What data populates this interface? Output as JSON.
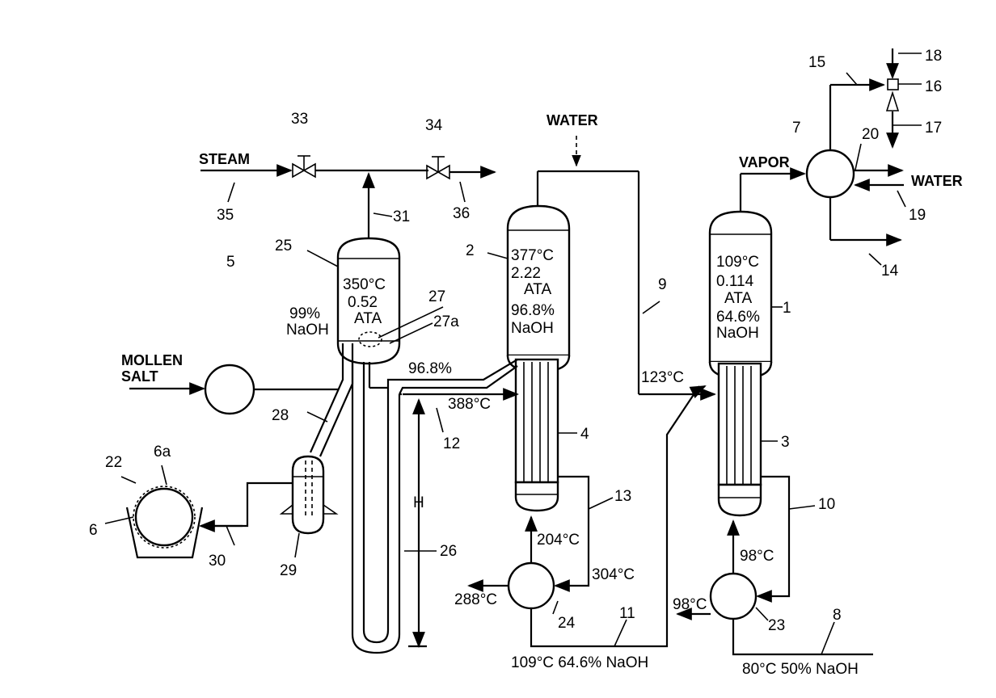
{
  "labels": {
    "steam": "STEAM",
    "water_top": "WATER",
    "vapor": "VAPOR",
    "water_right": "WATER",
    "mollen_salt_1": "MOLLEN",
    "mollen_salt_2": "SALT"
  },
  "vessel_25": {
    "temp": "350°C",
    "pressure": "0.52",
    "unit": "ATA",
    "conc": "99%",
    "conc_unit": "NaOH"
  },
  "vessel_2": {
    "temp": "377°C",
    "pressure": "2.22",
    "unit": "ATA",
    "conc": "96.8%",
    "conc_unit": "NaOH"
  },
  "vessel_1": {
    "temp": "109°C",
    "pressure": "0.114",
    "unit": "ATA",
    "conc": "64.6%",
    "conc_unit": "NaOH"
  },
  "streams": {
    "s_96_8": "96.8%",
    "s_388": "388°C",
    "s_123": "123°C",
    "s_204": "204°C",
    "s_304": "304°C",
    "s_288": "288°C",
    "s_98_left": "98°C",
    "s_98_up": "98°C",
    "s_109": "109°C 64.6% NaOH",
    "s_80": "80°C 50% NaOH",
    "h": "H"
  },
  "refs": {
    "r1": "1",
    "r2": "2",
    "r3": "3",
    "r4": "4",
    "r5": "5",
    "r6": "6",
    "r6a": "6a",
    "r7": "7",
    "r8": "8",
    "r9": "9",
    "r10": "10",
    "r11": "11",
    "r12": "12",
    "r13": "13",
    "r14": "14",
    "r15": "15",
    "r16": "16",
    "r17": "17",
    "r18": "18",
    "r19": "19",
    "r20": "20",
    "r22": "22",
    "r23": "23",
    "r24": "24",
    "r25": "25",
    "r26": "26",
    "r27": "27",
    "r27a": "27a",
    "r28": "28",
    "r29": "29",
    "r30": "30",
    "r31": "31",
    "r33": "33",
    "r34": "34",
    "r35": "35",
    "r36": "36"
  }
}
